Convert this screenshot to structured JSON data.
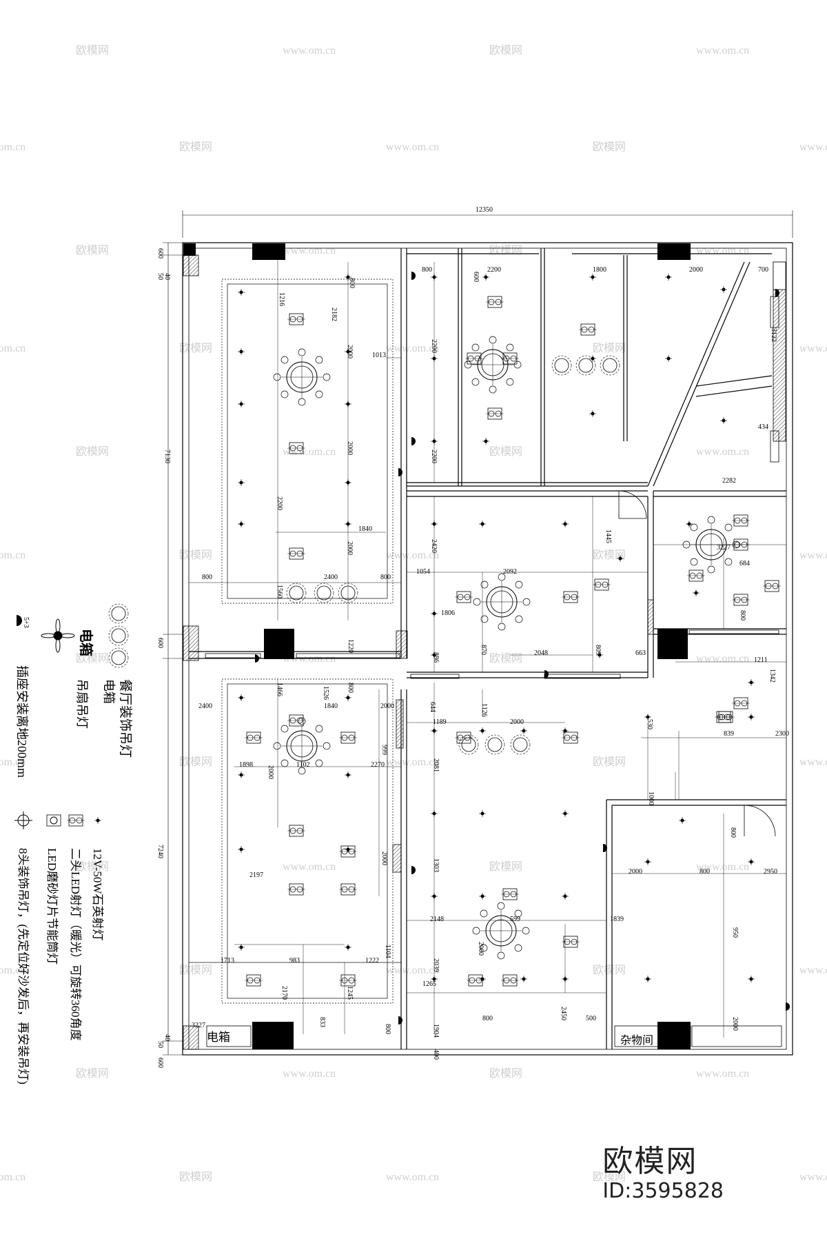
{
  "overall_width": "12350",
  "dims_top": [
    "800",
    "2200",
    "1800",
    "600",
    "2000",
    "700"
  ],
  "dims_left": [
    "600",
    "50",
    "40",
    "7130",
    "600",
    "7240",
    "40",
    "50",
    "600"
  ],
  "dims_inner": [
    "1216",
    "2182",
    "800",
    "1013",
    "2000",
    "2200",
    "2000",
    "2200",
    "2200",
    "1840",
    "2000",
    "2420",
    "1054",
    "2092",
    "1806",
    "870",
    "2048",
    "809",
    "663",
    "2282",
    "1445",
    "3227",
    "684",
    "800",
    "1211",
    "1342",
    "3122",
    "434",
    "1560",
    "800",
    "2400",
    "800",
    "1220",
    "886",
    "644",
    "1126",
    "1189",
    "2000",
    "1466",
    "1526",
    "800",
    "2400",
    "1840",
    "2000",
    "999",
    "1898",
    "1102",
    "2270",
    "2000",
    "2000",
    "2081",
    "839",
    "2300",
    "530",
    "1000",
    "800",
    "2000",
    "800",
    "2950",
    "950",
    "2000",
    "1303",
    "2148",
    "599",
    "1839",
    "2000",
    "2039",
    "2197",
    "1104",
    "1713",
    "983",
    "1222",
    "2170",
    "1245",
    "833",
    "800",
    "1265",
    "1904",
    "2450",
    "800",
    "500",
    "400",
    "3227"
  ],
  "rooms": {
    "electric_box": "电箱",
    "storage": "杂物间"
  },
  "legend": {
    "chandelier": "餐厅装饰吊灯",
    "electric_box_symbol": "电箱",
    "electric_box": "电箱",
    "fan_light": "吊扇吊灯",
    "socket": "插座安装离地200mm",
    "socket_symbol_label": "5+3",
    "spotlight": "12V-50W石英射灯",
    "double_led": "二头LED射灯（暖光）可旋转360角度",
    "led_panel": "LED磨砂灯片节能筒灯",
    "eight_head": "8头装饰吊灯，(先定位好沙发后，再安装吊灯)"
  },
  "watermarks": [
    "欧模网",
    "www.om.cn"
  ],
  "brand": {
    "name": "欧模网",
    "id": "ID:3595828"
  }
}
